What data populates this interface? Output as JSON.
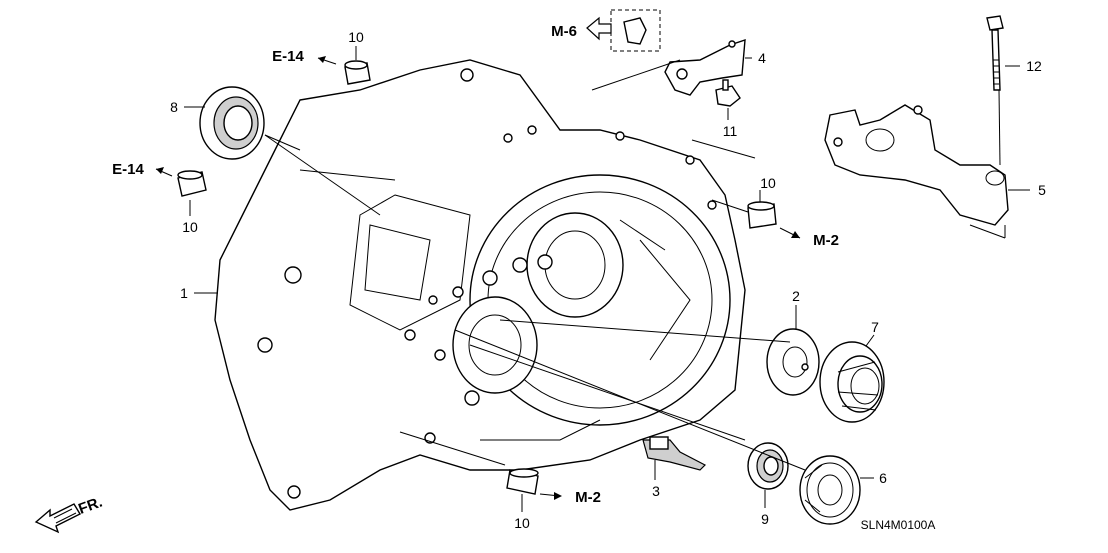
{
  "diagram": {
    "callouts": [
      {
        "id": "c1",
        "text": "1"
      },
      {
        "id": "c2",
        "text": "2"
      },
      {
        "id": "c3",
        "text": "3"
      },
      {
        "id": "c4",
        "text": "4"
      },
      {
        "id": "c5",
        "text": "5"
      },
      {
        "id": "c6",
        "text": "6"
      },
      {
        "id": "c7",
        "text": "7"
      },
      {
        "id": "c8",
        "text": "8"
      },
      {
        "id": "c9",
        "text": "9"
      },
      {
        "id": "c10a",
        "text": "10"
      },
      {
        "id": "c10b",
        "text": "10"
      },
      {
        "id": "c10c",
        "text": "10"
      },
      {
        "id": "c10d",
        "text": "10"
      },
      {
        "id": "c11",
        "text": "11"
      },
      {
        "id": "c12",
        "text": "12"
      }
    ],
    "references": [
      {
        "id": "r_e14_top",
        "text": "E-14"
      },
      {
        "id": "r_e14_left",
        "text": "E-14"
      },
      {
        "id": "r_m6",
        "text": "M-6"
      },
      {
        "id": "r_m2_right",
        "text": "M-2"
      },
      {
        "id": "r_m2_bottom",
        "text": "M-2"
      }
    ],
    "front_indicator": "FR.",
    "drawing_code": "SLN4M0100A"
  }
}
